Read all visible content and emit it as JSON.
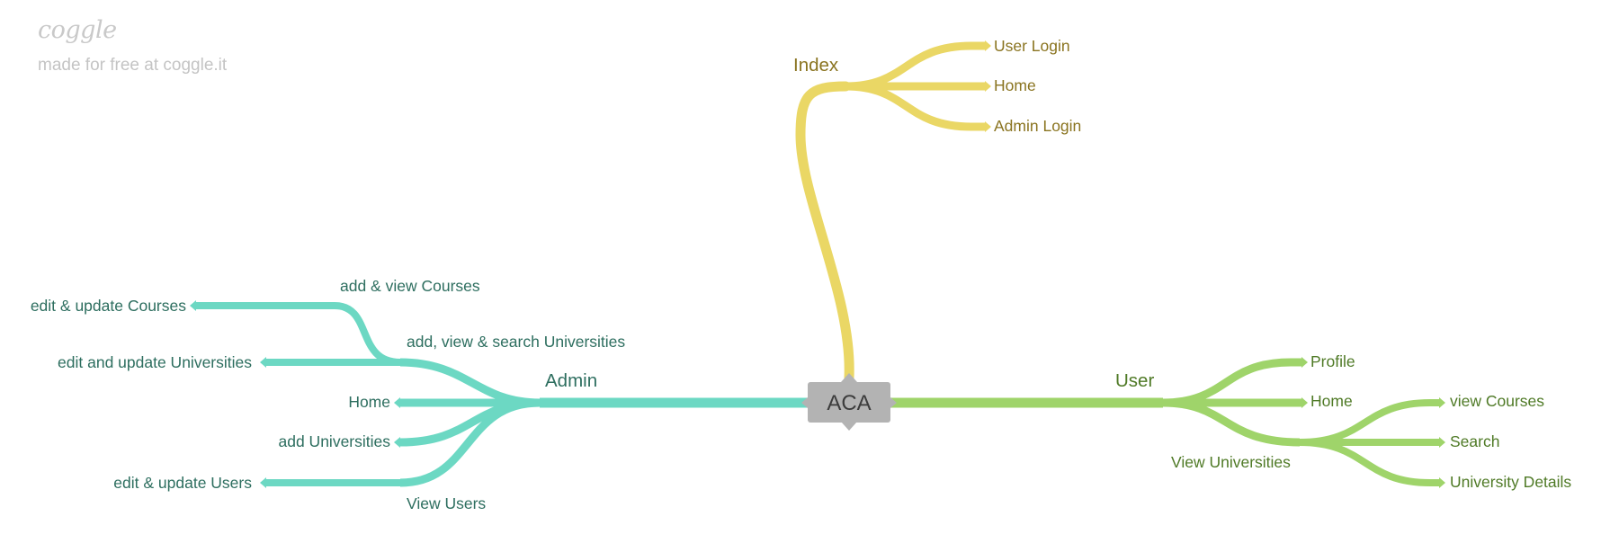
{
  "watermark": {
    "logo": "coggle",
    "text": "made for free at coggle.it"
  },
  "colors": {
    "admin": "#6cd8c3",
    "index": "#ead765",
    "user": "#9fd46a",
    "root": "#b3b3b3"
  },
  "root": {
    "label": "ACA"
  },
  "branches": {
    "index": {
      "label": "Index",
      "children": [
        "User Login",
        "Home",
        "Admin Login"
      ]
    },
    "admin": {
      "label": "Admin",
      "children": [
        {
          "label": "add & view Courses",
          "child": "edit & update Courses"
        },
        {
          "label": "add, view & search Universities",
          "child": "edit and update Universities"
        },
        {
          "label": "Home"
        },
        {
          "label": "add Universities"
        },
        {
          "label": "View Users",
          "child": "edit & update Users"
        }
      ]
    },
    "user": {
      "label": "User",
      "children": [
        {
          "label": "Profile"
        },
        {
          "label": "Home"
        },
        {
          "label": "View Universities",
          "children": [
            "view Courses",
            "Search",
            "University Details"
          ]
        }
      ]
    }
  }
}
